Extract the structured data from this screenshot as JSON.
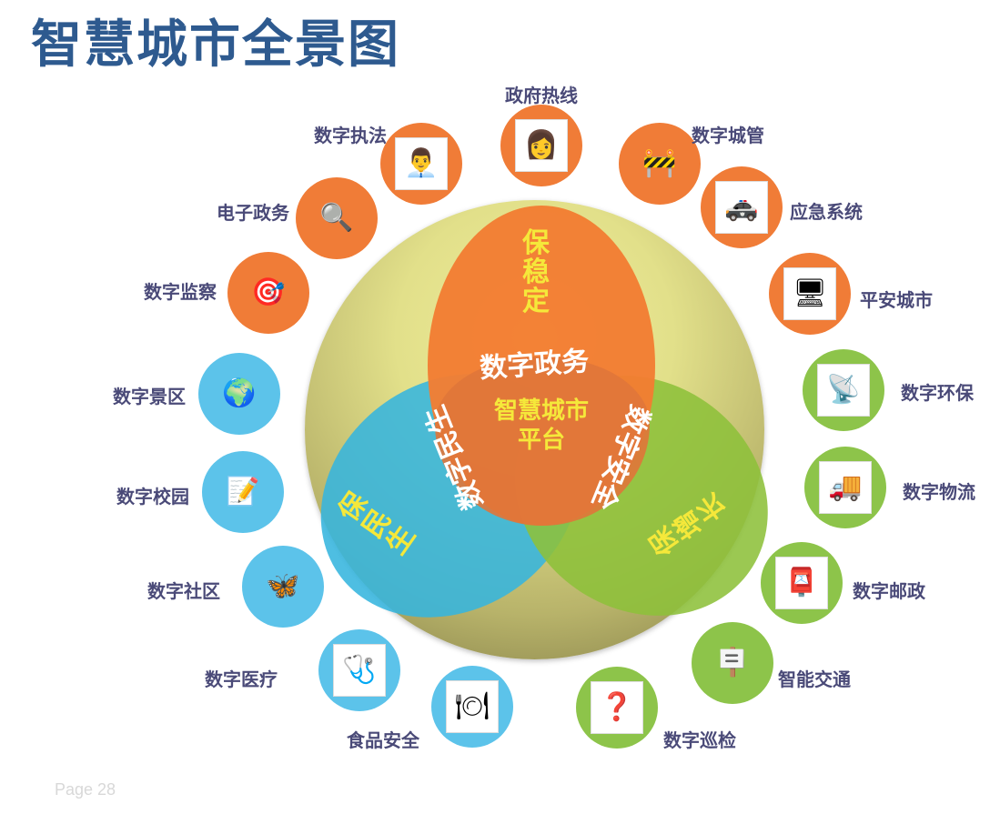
{
  "title": "智慧城市全景图",
  "page_label": "Page 28",
  "center": {
    "platform_line1": "智慧城市",
    "platform_line2": "平台",
    "arc_top": "数字政务",
    "arc_left": "数字民生",
    "arc_right": "数字安全"
  },
  "ellipses": {
    "orange": {
      "label": "保稳定",
      "color": "#f27d32"
    },
    "blue": {
      "label": "保民生",
      "color": "#35b5de"
    },
    "green": {
      "label": "保增长",
      "color": "#8dc03a"
    }
  },
  "satellites": [
    {
      "label": "数字执法",
      "color": "orange",
      "icon": "businessman-icon",
      "glyph": "👨‍💼"
    },
    {
      "label": "政府热线",
      "color": "orange",
      "icon": "operator-photo-icon",
      "glyph": "👩"
    },
    {
      "label": "数字城管",
      "color": "orange",
      "icon": "traffic-cone-icon",
      "glyph": "🚧"
    },
    {
      "label": "电子政务",
      "color": "orange",
      "icon": "magnifier-icon",
      "glyph": "🔍"
    },
    {
      "label": "应急系统",
      "color": "orange",
      "icon": "police-car-icon",
      "glyph": "🚓"
    },
    {
      "label": "数字监察",
      "color": "orange",
      "icon": "target-icon",
      "glyph": "🎯"
    },
    {
      "label": "平安城市",
      "color": "orange",
      "icon": "monitor-wall-icon",
      "glyph": "🖥"
    },
    {
      "label": "数字景区",
      "color": "blue",
      "icon": "globe-icon",
      "glyph": "🌍"
    },
    {
      "label": "数字环保",
      "color": "green",
      "icon": "weather-station-icon",
      "glyph": "📡"
    },
    {
      "label": "数字校园",
      "color": "blue",
      "icon": "clipboard-pencil-icon",
      "glyph": "📝"
    },
    {
      "label": "数字物流",
      "color": "green",
      "icon": "truck-icon",
      "glyph": "🚚"
    },
    {
      "label": "数字社区",
      "color": "blue",
      "icon": "butterfly-icon",
      "glyph": "🦋"
    },
    {
      "label": "数字邮政",
      "color": "green",
      "icon": "mailbox-icon",
      "glyph": "📮"
    },
    {
      "label": "数字医疗",
      "color": "blue",
      "icon": "first-aid-kit-icon",
      "glyph": "🩺"
    },
    {
      "label": "智能交通",
      "color": "green",
      "icon": "direction-sign-icon",
      "glyph": "🪧"
    },
    {
      "label": "食品安全",
      "color": "blue",
      "icon": "food-safety-icon",
      "glyph": "🍽"
    },
    {
      "label": "数字巡检",
      "color": "green",
      "icon": "inspection-figure-icon",
      "glyph": "❓"
    }
  ]
}
